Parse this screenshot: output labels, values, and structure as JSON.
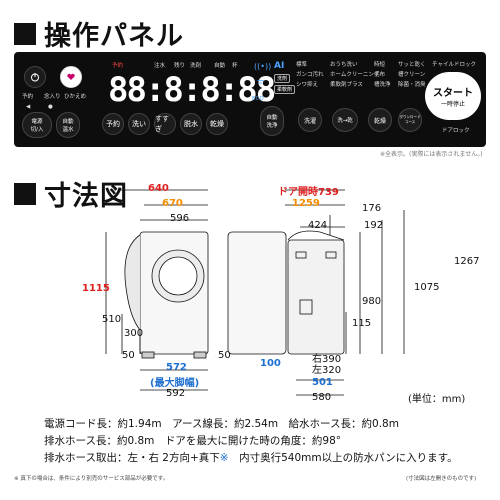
{
  "sections": {
    "panel_title": "操作パネル",
    "dimensions_title": "寸法図"
  },
  "panel": {
    "left_labels": [
      "予約",
      "念入り",
      "ひかえめ"
    ],
    "top_labels": [
      "予約",
      "注水",
      "残り",
      "洗剤",
      "自動",
      "杯"
    ],
    "buttons": [
      "電源\n切/入",
      "自動\n温水",
      "予約",
      "洗い",
      "すすぎ",
      "脱水",
      "乾燥"
    ],
    "ai_label": "AI",
    "eco_label": "ECO",
    "tags": [
      "洗剤",
      "柔軟剤"
    ],
    "self_clean": "自動\n洗浄",
    "course_grid": [
      [
        "標準",
        "おうち洗い",
        "時短",
        "サッと乾く"
      ],
      [
        "ガンコ汚れ",
        "ホームクリーニング",
        "毛布",
        "槽クリーン"
      ],
      [
        "シワ抑え",
        "柔軟剤プラス",
        "槽洗浄",
        "除菌・消臭"
      ]
    ],
    "mode_buttons": [
      "洗濯",
      "洗→乾",
      "乾燥",
      "ダウンロードコース"
    ],
    "childlock": "チャイルドロック",
    "start": "スタート",
    "pause": "一時停止",
    "doorlock": "ドアロック",
    "note": "※全表示。(実際には表示されません。)"
  },
  "dims": {
    "w640": "640",
    "w670": "670",
    "w596": "596",
    "door": "ドア開時739",
    "d1259": "1259",
    "d176": "176",
    "d424": "424",
    "d192": "192",
    "h1267": "1267",
    "h1115": "1115",
    "h1075": "1075",
    "h980": "980",
    "h510": "510",
    "h300": "300",
    "h115": "115",
    "b50a": "50",
    "b50b": "50",
    "b100": "100",
    "r390": "右390",
    "l320": "左320",
    "d572": "572",
    "leg": "(最大脚幅)",
    "d592": "592",
    "d501": "501",
    "d580": "580",
    "unit": "(単位：mm)"
  },
  "specs": {
    "line1": "電源コード長：約1.94m　アース線長：約2.54m　給水ホース長：約0.8m",
    "line2": "排水ホース長：約0.8m　ドアを最大に開けた時の角度：約98°",
    "line3": "排水ホース取出：左・右 2方向+真下",
    "line3_star": "※",
    "line3_rest": "　内寸奥行540mm以上の防水パンに入ります。"
  },
  "footnotes": {
    "left": "※ 真下の場合は、条件により別売のサービス部品が必要です。",
    "right": "(寸法図は左開きのものです)"
  }
}
